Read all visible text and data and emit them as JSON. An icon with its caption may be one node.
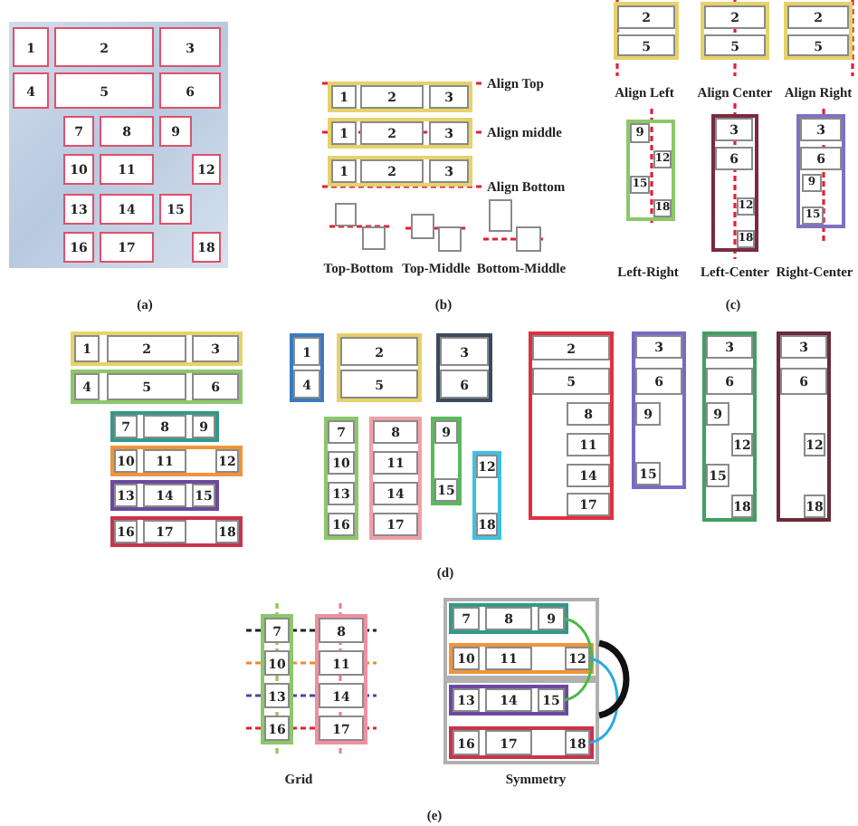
{
  "diagram": {
    "nodes": [
      {
        "text": [
          "1"
        ]
      },
      {
        "text": [
          "2"
        ]
      },
      {
        "text": [
          "3"
        ]
      },
      {
        "text": [
          "4"
        ]
      },
      {
        "text": [
          "5"
        ]
      },
      {
        "text": [
          "6"
        ]
      },
      {
        "text": [
          "7"
        ]
      },
      {
        "text": [
          "8"
        ]
      },
      {
        "text": [
          "9"
        ]
      },
      {
        "text": [
          "10"
        ]
      },
      {
        "text": [
          "11"
        ]
      },
      {
        "text": [
          "12"
        ]
      },
      {
        "text": [
          "13"
        ]
      },
      {
        "text": [
          "14"
        ]
      },
      {
        "text": [
          "15"
        ]
      },
      {
        "text": [
          "16"
        ]
      },
      {
        "text": [
          "17"
        ]
      },
      {
        "text": [
          "18"
        ]
      },
      {
        "text": [],
        "shape": "box"
      },
      {
        "text": [
          "1"
        ],
        "in": 18
      },
      {
        "text": [
          "2"
        ],
        "in": 18
      },
      {
        "text": [
          "3"
        ],
        "in": 18
      },
      {
        "text": [],
        "shape": "box"
      },
      {
        "text": [
          "1"
        ],
        "in": 22
      },
      {
        "text": [
          "2"
        ],
        "in": 22
      },
      {
        "text": [
          "3"
        ],
        "in": 22
      },
      {
        "text": [],
        "shape": "box"
      },
      {
        "text": [
          "1"
        ],
        "in": 26
      },
      {
        "text": [
          "2"
        ],
        "in": 26
      },
      {
        "text": [
          "3"
        ],
        "in": 26
      },
      {
        "text": [],
        "shape": "box"
      },
      {
        "text": [],
        "shape": "box"
      },
      {
        "text": [],
        "shape": "box"
      },
      {
        "text": [],
        "shape": "box"
      },
      {
        "text": [],
        "shape": "box"
      },
      {
        "text": [],
        "shape": "box"
      },
      {
        "text": [],
        "shape": "box"
      },
      {
        "text": [
          "2"
        ],
        "in": 36
      },
      {
        "text": [
          "5"
        ],
        "in": 36
      },
      {
        "text": [],
        "shape": "box"
      },
      {
        "text": [
          "2"
        ],
        "in": 39
      },
      {
        "text": [
          "5"
        ],
        "in": 39
      },
      {
        "text": [],
        "shape": "box"
      },
      {
        "text": [
          "2"
        ],
        "in": 42
      },
      {
        "text": [
          "5"
        ],
        "in": 42
      },
      {
        "text": [],
        "shape": "box"
      },
      {
        "text": [
          "9"
        ],
        "in": 45
      },
      {
        "text": [
          "12"
        ],
        "in": 45
      },
      {
        "text": [
          "15"
        ],
        "in": 45
      },
      {
        "text": [
          "18"
        ],
        "in": 45
      },
      {
        "text": [],
        "shape": "box"
      },
      {
        "text": [
          "3"
        ],
        "in": 50
      },
      {
        "text": [
          "6"
        ],
        "in": 50
      },
      {
        "text": [
          "12"
        ],
        "in": 50
      },
      {
        "text": [
          "18"
        ],
        "in": 50
      },
      {
        "text": [],
        "shape": "box"
      },
      {
        "text": [
          "3"
        ],
        "in": 55
      },
      {
        "text": [
          "6"
        ],
        "in": 55
      },
      {
        "text": [
          "9"
        ],
        "in": 55
      },
      {
        "text": [
          "15"
        ],
        "in": 55
      },
      {
        "text": [],
        "shape": "box"
      },
      {
        "text": [
          "1"
        ],
        "in": 60
      },
      {
        "text": [
          "2"
        ],
        "in": 60
      },
      {
        "text": [
          "3"
        ],
        "in": 60
      },
      {
        "text": [],
        "shape": "box"
      },
      {
        "text": [
          "4"
        ],
        "in": 64
      },
      {
        "text": [
          "5"
        ],
        "in": 64
      },
      {
        "text": [
          "6"
        ],
        "in": 64
      },
      {
        "text": [],
        "shape": "box"
      },
      {
        "text": [
          "7"
        ],
        "in": 68
      },
      {
        "text": [
          "8"
        ],
        "in": 68
      },
      {
        "text": [
          "9"
        ],
        "in": 68
      },
      {
        "text": [],
        "shape": "box"
      },
      {
        "text": [
          "10"
        ],
        "in": 72
      },
      {
        "text": [
          "11"
        ],
        "in": 72
      },
      {
        "text": [
          "12"
        ],
        "in": 72
      },
      {
        "text": [],
        "shape": "box"
      },
      {
        "text": [
          "13"
        ],
        "in": 76
      },
      {
        "text": [
          "14"
        ],
        "in": 76
      },
      {
        "text": [
          "15"
        ],
        "in": 76
      },
      {
        "text": [],
        "shape": "box"
      },
      {
        "text": [
          "16"
        ],
        "in": 80
      },
      {
        "text": [
          "17"
        ],
        "in": 80
      },
      {
        "text": [
          "18"
        ],
        "in": 80
      },
      {
        "text": [],
        "shape": "box"
      },
      {
        "text": [
          "1"
        ],
        "in": 84
      },
      {
        "text": [
          "4"
        ],
        "in": 84
      },
      {
        "text": [],
        "shape": "box"
      },
      {
        "text": [
          "2"
        ],
        "in": 87
      },
      {
        "text": [
          "5"
        ],
        "in": 87
      },
      {
        "text": [],
        "shape": "box"
      },
      {
        "text": [
          "3"
        ],
        "in": 90
      },
      {
        "text": [
          "6"
        ],
        "in": 90
      },
      {
        "text": [],
        "shape": "box"
      },
      {
        "text": [
          "7"
        ],
        "in": 93
      },
      {
        "text": [
          "10"
        ],
        "in": 93
      },
      {
        "text": [
          "13"
        ],
        "in": 93
      },
      {
        "text": [
          "16"
        ],
        "in": 93
      },
      {
        "text": [],
        "shape": "box"
      },
      {
        "text": [
          "8"
        ],
        "in": 98
      },
      {
        "text": [
          "11"
        ],
        "in": 98
      },
      {
        "text": [
          "14"
        ],
        "in": 98
      },
      {
        "text": [
          "17"
        ],
        "in": 98
      },
      {
        "text": [],
        "shape": "box"
      },
      {
        "text": [
          "9"
        ],
        "in": 103
      },
      {
        "text": [
          "15"
        ],
        "in": 103
      },
      {
        "text": [],
        "shape": "box"
      },
      {
        "text": [
          "12"
        ],
        "in": 106
      },
      {
        "text": [
          "18"
        ],
        "in": 106
      },
      {
        "text": [],
        "shape": "box"
      },
      {
        "text": [
          "2"
        ],
        "in": 109
      },
      {
        "text": [
          "5"
        ],
        "in": 109
      },
      {
        "text": [
          "8"
        ],
        "in": 109
      },
      {
        "text": [
          "11"
        ],
        "in": 109
      },
      {
        "text": [
          "14"
        ],
        "in": 109
      },
      {
        "text": [
          "17"
        ],
        "in": 109
      },
      {
        "text": [],
        "shape": "box"
      },
      {
        "text": [
          "3"
        ],
        "in": 116
      },
      {
        "text": [
          "6"
        ],
        "in": 116
      },
      {
        "text": [
          "9"
        ],
        "in": 116
      },
      {
        "text": [
          "15"
        ],
        "in": 116
      },
      {
        "text": [],
        "shape": "box"
      },
      {
        "text": [
          "3"
        ],
        "in": 121
      },
      {
        "text": [
          "6"
        ],
        "in": 121
      },
      {
        "text": [
          "9"
        ],
        "in": 121
      },
      {
        "text": [
          "12"
        ],
        "in": 121
      },
      {
        "text": [
          "15"
        ],
        "in": 121
      },
      {
        "text": [
          "18"
        ],
        "in": 121
      },
      {
        "text": [],
        "shape": "box"
      },
      {
        "text": [
          "3"
        ],
        "in": 128
      },
      {
        "text": [
          "6"
        ],
        "in": 128
      },
      {
        "text": [
          "12"
        ],
        "in": 128
      },
      {
        "text": [
          "18"
        ],
        "in": 128
      },
      {
        "text": [],
        "shape": "box"
      },
      {
        "text": [
          "7"
        ],
        "in": 133
      },
      {
        "text": [
          "10"
        ],
        "in": 133
      },
      {
        "text": [
          "13"
        ],
        "in": 133
      },
      {
        "text": [
          "16"
        ],
        "in": 133
      },
      {
        "text": [],
        "shape": "box"
      },
      {
        "text": [
          "8"
        ],
        "in": 138
      },
      {
        "text": [
          "11"
        ],
        "in": 138
      },
      {
        "text": [
          "14"
        ],
        "in": 138
      },
      {
        "text": [
          "17"
        ],
        "in": 138
      },
      {
        "text": [],
        "shape": "box"
      },
      {
        "text": [],
        "shape": "box",
        "in": 143
      },
      {
        "text": [
          "7"
        ],
        "in": 144
      },
      {
        "text": [
          "8"
        ],
        "in": 144
      },
      {
        "text": [
          "9"
        ],
        "in": 144
      },
      {
        "text": [],
        "shape": "box",
        "in": 143
      },
      {
        "text": [
          "10"
        ],
        "in": 148
      },
      {
        "text": [
          "11"
        ],
        "in": 148
      },
      {
        "text": [
          "12"
        ],
        "in": 148
      },
      {
        "text": [],
        "shape": "box"
      },
      {
        "text": [],
        "shape": "box",
        "in": 152
      },
      {
        "text": [
          "13"
        ],
        "in": 153
      },
      {
        "text": [
          "14"
        ],
        "in": 153
      },
      {
        "text": [
          "15"
        ],
        "in": 153
      },
      {
        "text": [],
        "shape": "box",
        "in": 152
      },
      {
        "text": [
          "16"
        ],
        "in": 157
      },
      {
        "text": [
          "17"
        ],
        "in": 157
      },
      {
        "text": [
          "18"
        ],
        "in": 157
      }
    ],
    "edges": [
      {
        "from": 147,
        "to": 156,
        "arrow": "none",
        "color": "#4cb848"
      },
      {
        "from": 151,
        "to": 160,
        "arrow": "none",
        "color": "#2aa8e0"
      },
      {
        "from": 143,
        "to": 152,
        "arrow": "none",
        "style": "thick",
        "color": "#111111"
      }
    ],
    "labels": [
      "(a)",
      "Align Top",
      "Align middle",
      "Align Bottom",
      "Top-Bottom",
      "Top-Middle",
      "Bottom-Middle",
      "(b)",
      "Align Left",
      "Align Center",
      "Align Right",
      "Left-Right",
      "Left-Center",
      "Right-Center",
      "(c)",
      "(d)",
      "Grid",
      "Symmetry",
      "(e)"
    ]
  }
}
